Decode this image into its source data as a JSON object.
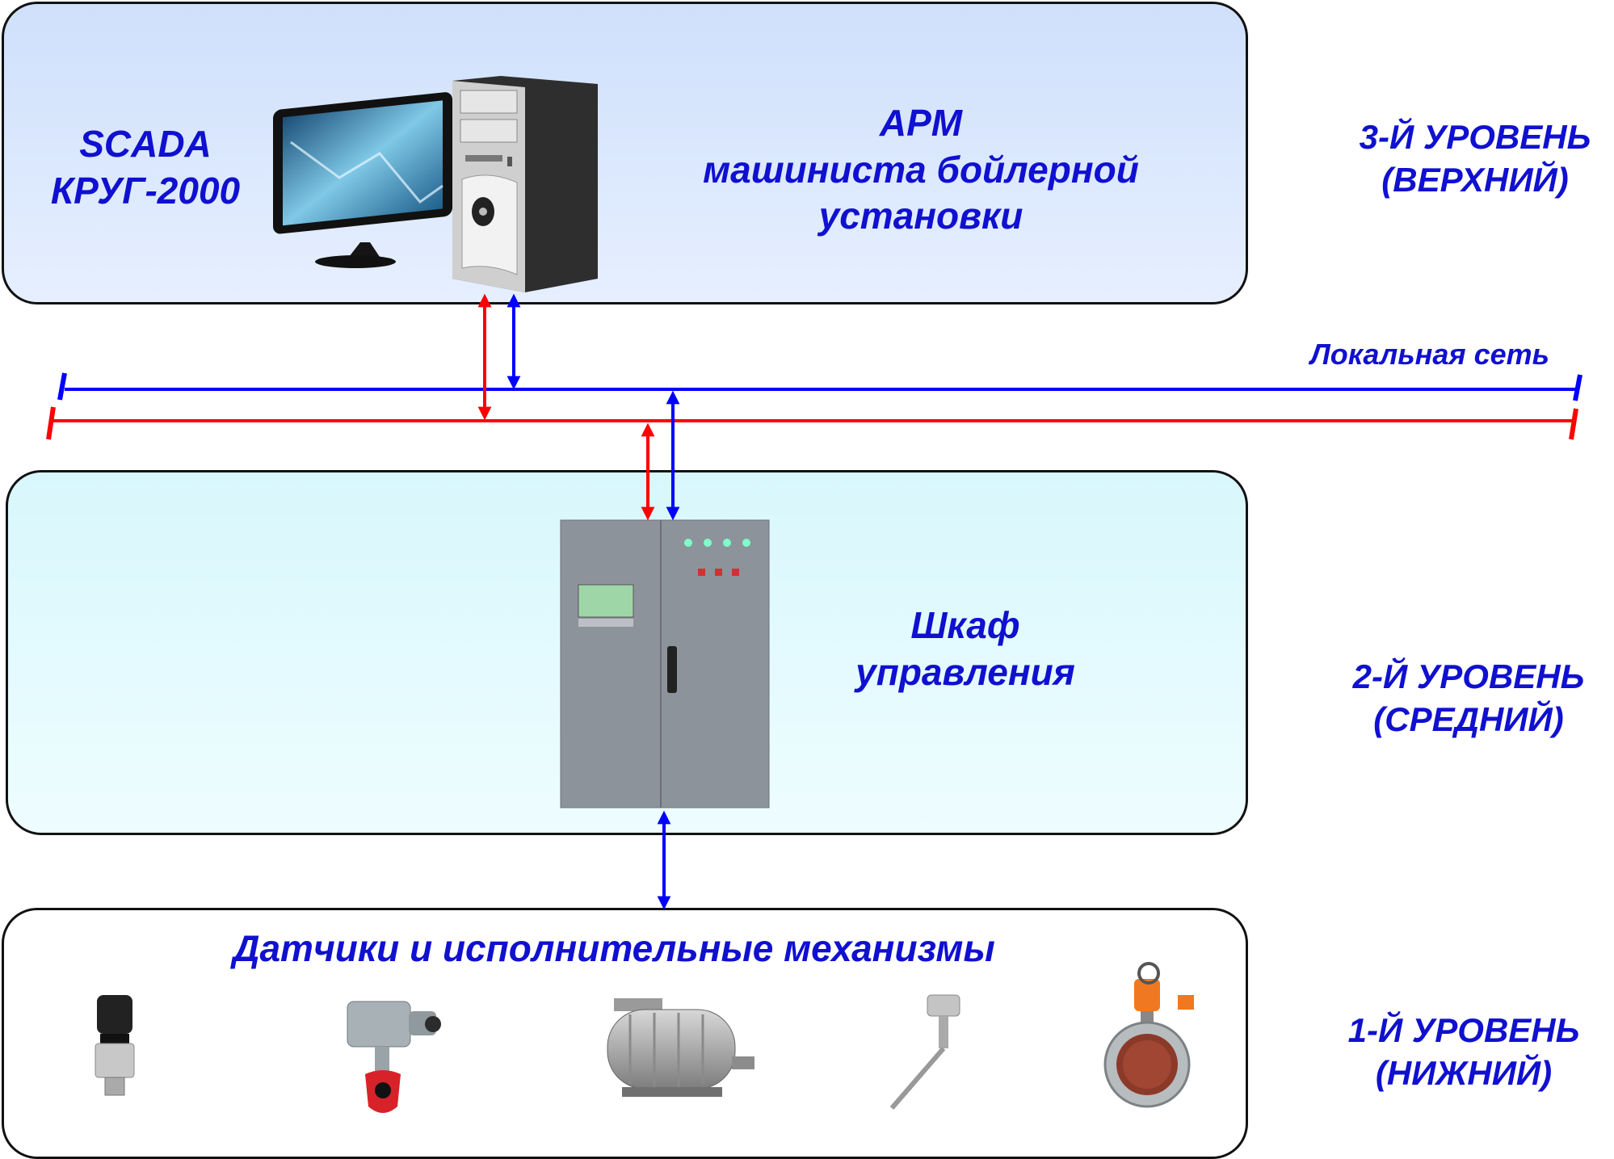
{
  "top": {
    "scada_line1": "SCADA",
    "scada_line2": "КРУГ-2000",
    "arm_line1": "АРМ",
    "arm_line2": "машиниста бойлерной",
    "arm_line3": "установки"
  },
  "network": {
    "label": "Локальная сеть"
  },
  "middle": {
    "cabinet_line1": "Шкаф",
    "cabinet_line2": "управления"
  },
  "bottom": {
    "title": "Датчики и исполнительные механизмы"
  },
  "levels": {
    "level3_line1": "3-Й УРОВЕНЬ",
    "level3_line2": "(ВЕРХНИЙ)",
    "level2_line1": "2-Й УРОВЕНЬ",
    "level2_line2": "(СРЕДНИЙ)",
    "level1_line1": "1-Й УРОВЕНЬ",
    "level1_line2": "(НИЖНИЙ)"
  },
  "colors": {
    "text": "#1010d0",
    "bus_blue": "#0000ff",
    "bus_red": "#ff0000"
  }
}
